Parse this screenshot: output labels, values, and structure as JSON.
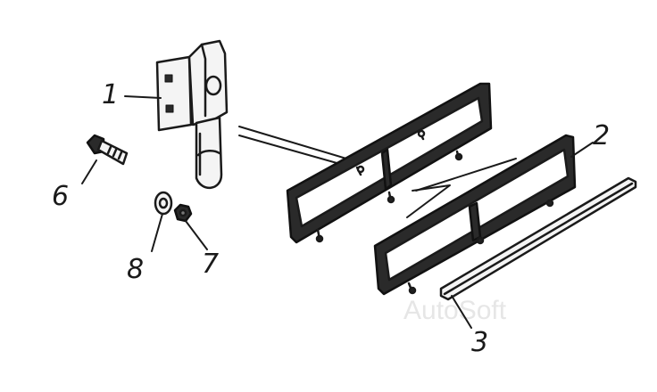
{
  "callouts": {
    "c1": "1",
    "c2": "2",
    "c3": "3",
    "c6": "6",
    "c7": "7",
    "c8": "8"
  },
  "watermark": "AutoSoft",
  "colors": {
    "ink": "#1a1a1a",
    "background": "#ffffff",
    "watermark": "#e6e6e6"
  }
}
